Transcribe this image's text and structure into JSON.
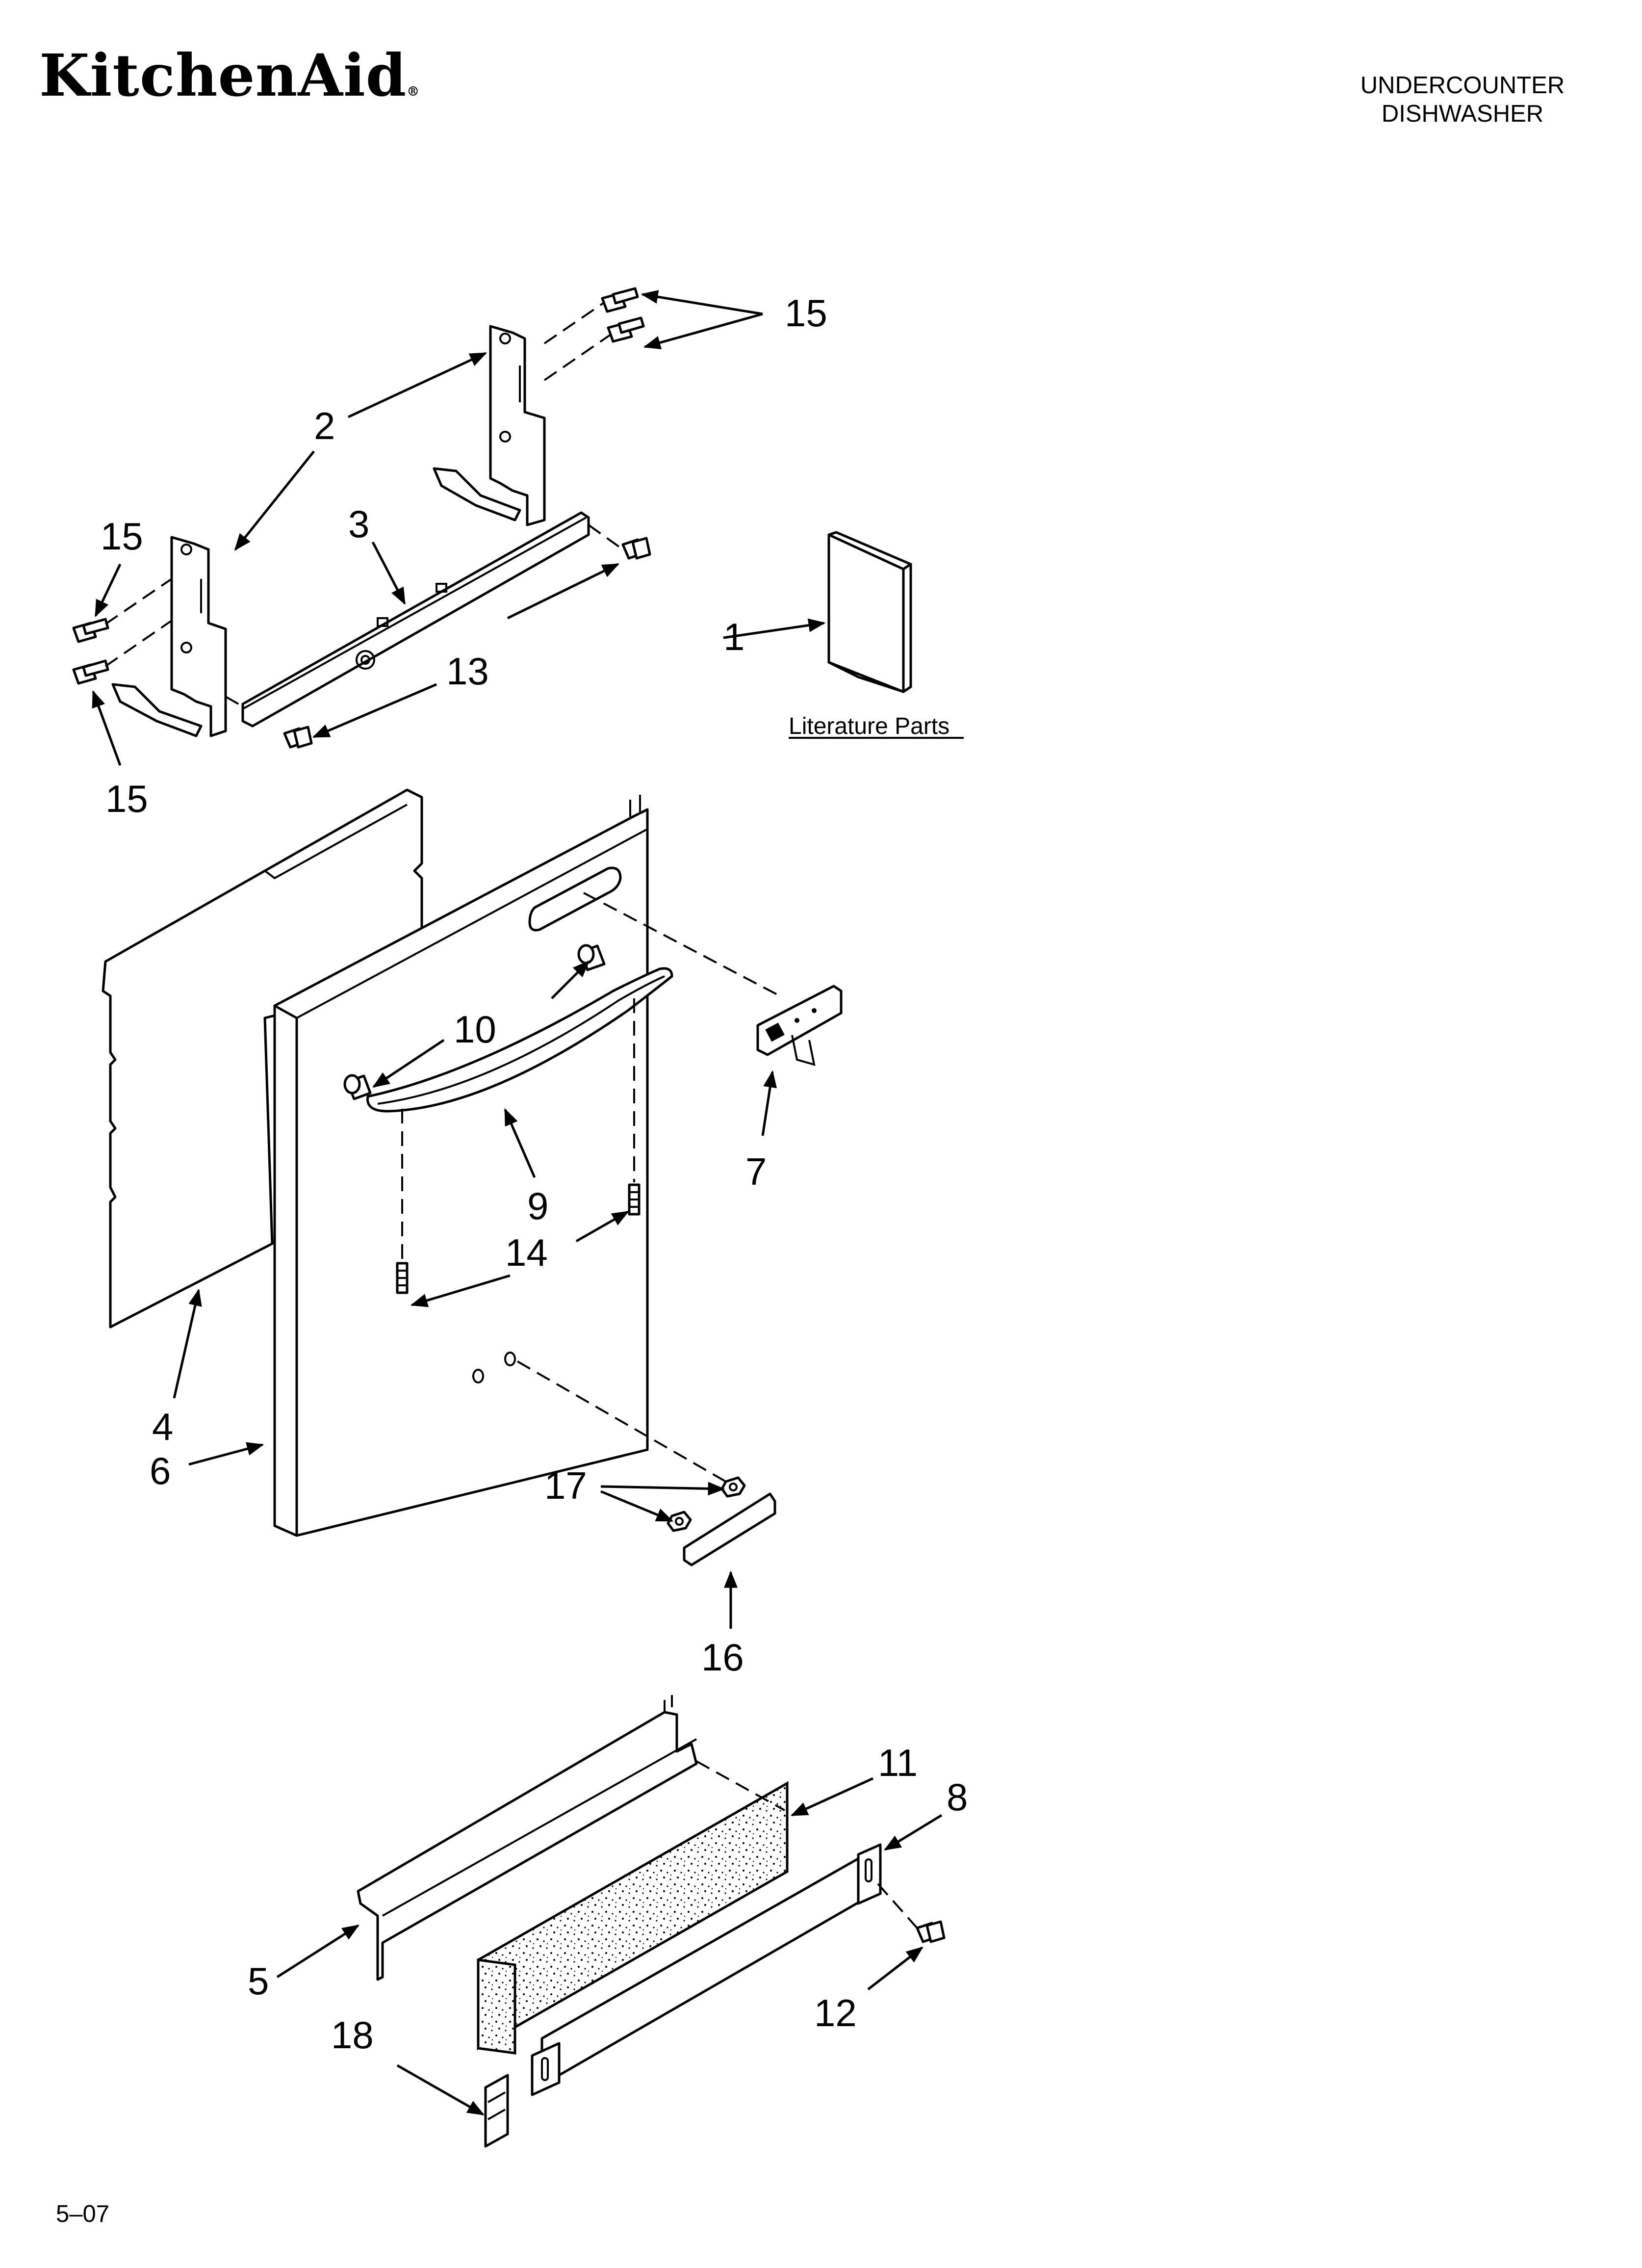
{
  "brand": "KitchenAid",
  "brand_mark": "®",
  "header": {
    "line1": "UNDERCOUNTER",
    "line2": "DISHWASHER"
  },
  "footer": {
    "code": "5–07"
  },
  "literature_label": "Literature Parts",
  "callouts": {
    "c1": "1",
    "c2": "2",
    "c3": "3",
    "c4": "4",
    "c5": "5",
    "c6": "6",
    "c7": "7",
    "c8": "8",
    "c9": "9",
    "c10": "10",
    "c11": "11",
    "c12": "12",
    "c13": "13",
    "c14": "14",
    "c15a": "15",
    "c15b": "15",
    "c15c": "15",
    "c16": "16",
    "c17": "17",
    "c18": "18"
  }
}
